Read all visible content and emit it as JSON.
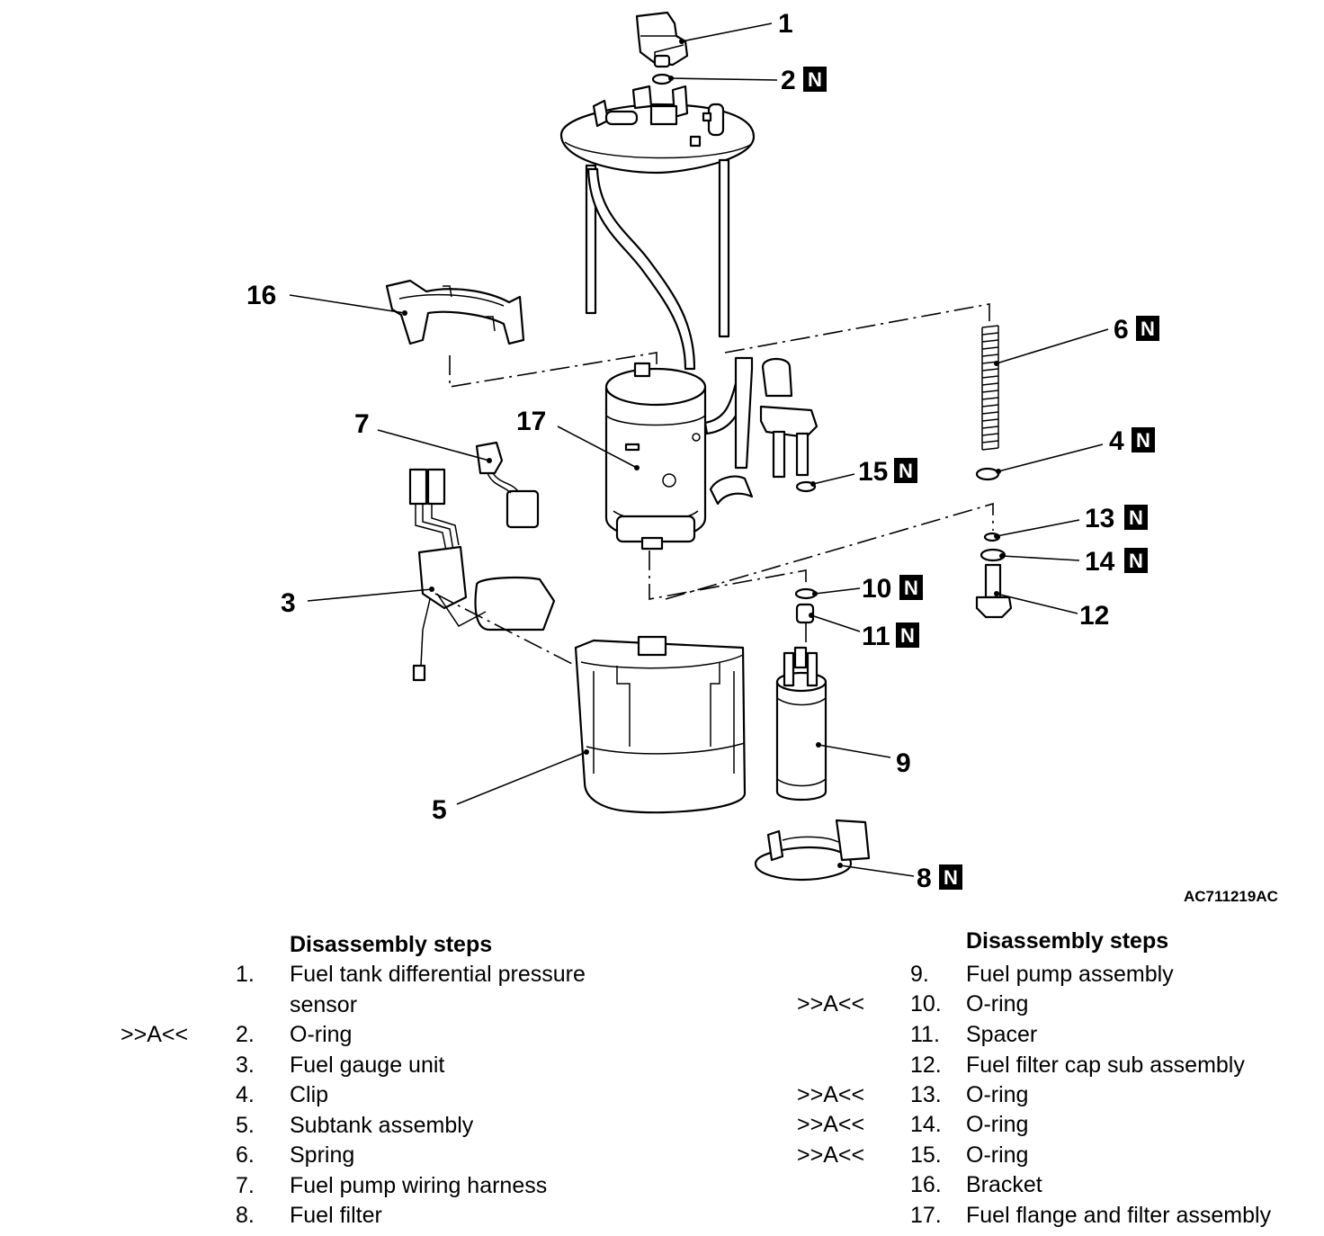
{
  "figure_code": "AC711219AC",
  "new_part_badge": "N",
  "callouts": [
    {
      "num": "1",
      "new": false
    },
    {
      "num": "2",
      "new": true
    },
    {
      "num": "3",
      "new": false
    },
    {
      "num": "4",
      "new": true
    },
    {
      "num": "5",
      "new": false
    },
    {
      "num": "6",
      "new": true
    },
    {
      "num": "7",
      "new": false
    },
    {
      "num": "8",
      "new": true
    },
    {
      "num": "9",
      "new": false
    },
    {
      "num": "10",
      "new": true
    },
    {
      "num": "11",
      "new": true
    },
    {
      "num": "12",
      "new": false
    },
    {
      "num": "13",
      "new": true
    },
    {
      "num": "14",
      "new": true
    },
    {
      "num": "15",
      "new": true
    },
    {
      "num": "16",
      "new": false
    },
    {
      "num": "17",
      "new": false
    }
  ],
  "steps_left": {
    "heading": "Disassembly steps",
    "items": [
      {
        "mark": "",
        "num": "1.",
        "name": "Fuel tank differential pressure"
      },
      {
        "mark": "",
        "num": "",
        "name": "sensor"
      },
      {
        "mark": ">>A<<",
        "num": "2.",
        "name": "O-ring"
      },
      {
        "mark": "",
        "num": "3.",
        "name": "Fuel gauge unit"
      },
      {
        "mark": "",
        "num": "4.",
        "name": "Clip"
      },
      {
        "mark": "",
        "num": "5.",
        "name": "Subtank assembly"
      },
      {
        "mark": "",
        "num": "6.",
        "name": "Spring"
      },
      {
        "mark": "",
        "num": "7.",
        "name": "Fuel pump wiring harness"
      },
      {
        "mark": "",
        "num": "8.",
        "name": "Fuel filter"
      }
    ]
  },
  "steps_right": {
    "heading": "Disassembly steps",
    "items": [
      {
        "mark": "",
        "num": "9.",
        "name": "Fuel pump assembly"
      },
      {
        "mark": ">>A<<",
        "num": "10.",
        "name": "O-ring"
      },
      {
        "mark": "",
        "num": "11.",
        "name": "Spacer"
      },
      {
        "mark": "",
        "num": "12.",
        "name": "Fuel filter cap sub assembly"
      },
      {
        "mark": ">>A<<",
        "num": "13.",
        "name": "O-ring"
      },
      {
        "mark": ">>A<<",
        "num": "14.",
        "name": "O-ring"
      },
      {
        "mark": ">>A<<",
        "num": "15.",
        "name": "O-ring"
      },
      {
        "mark": "",
        "num": "16.",
        "name": "Bracket"
      },
      {
        "mark": "",
        "num": "17.",
        "name": "Fuel flange and filter assembly"
      }
    ]
  }
}
